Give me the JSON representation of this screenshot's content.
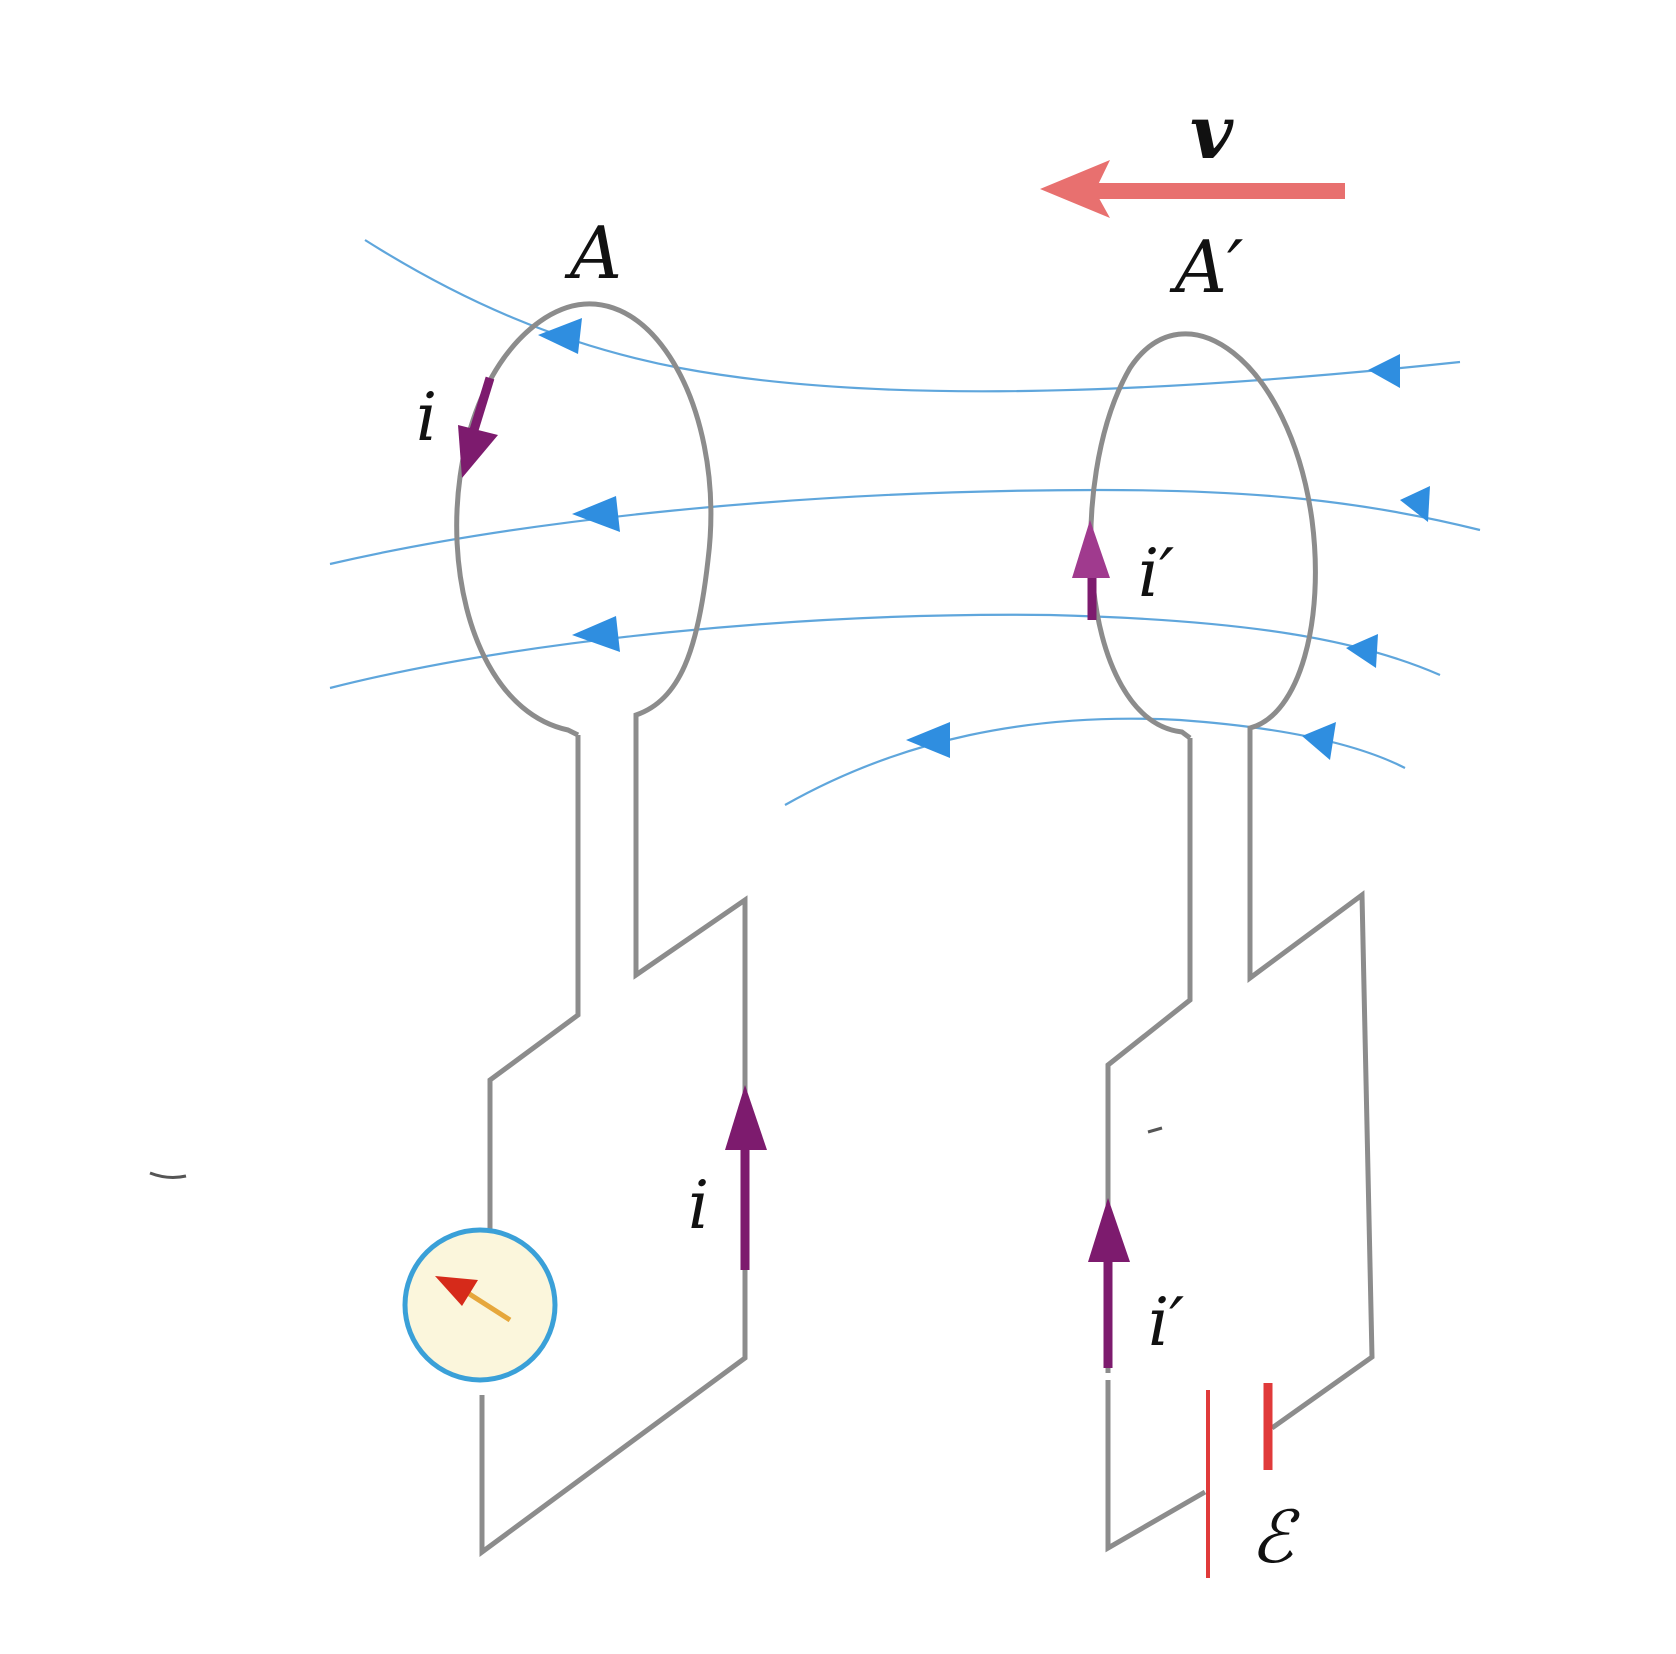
{
  "labels": {
    "velocity": "v",
    "loop_left": "A",
    "loop_right": "A′",
    "current_left_top": "i",
    "current_left_bottom": "i",
    "current_right_top": "i′",
    "current_right_bottom": "i′",
    "emf": "ℰ"
  },
  "colors": {
    "wire": "#8c8c8c",
    "field_line": "#5fa6dc",
    "field_arrow": "#2f8ee0",
    "current_arrow": "#7d1b6e",
    "velocity_arrow": "#e8706f",
    "battery": "#e03a3a",
    "meter_face": "#fbf6dc",
    "meter_rim": "#3aa0d8",
    "meter_needle": "#d62a1a"
  },
  "icons": {
    "meter": "galvanometer-icon",
    "battery": "battery-icon"
  }
}
